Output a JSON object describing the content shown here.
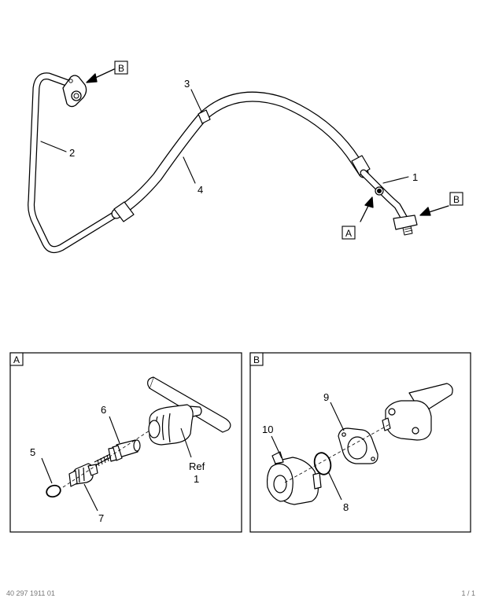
{
  "callouts": {
    "part_1": "1",
    "part_2": "2",
    "part_3": "3",
    "part_4": "4",
    "part_5": "5",
    "part_6": "6",
    "part_7": "7",
    "part_8": "8",
    "part_9": "9",
    "part_10": "10",
    "ref_word": "Ref",
    "ref_num": "1"
  },
  "view_tags": {
    "a": "A",
    "b": "B"
  },
  "footer": {
    "left": "40 297 1911 01",
    "right": "1 / 1"
  }
}
